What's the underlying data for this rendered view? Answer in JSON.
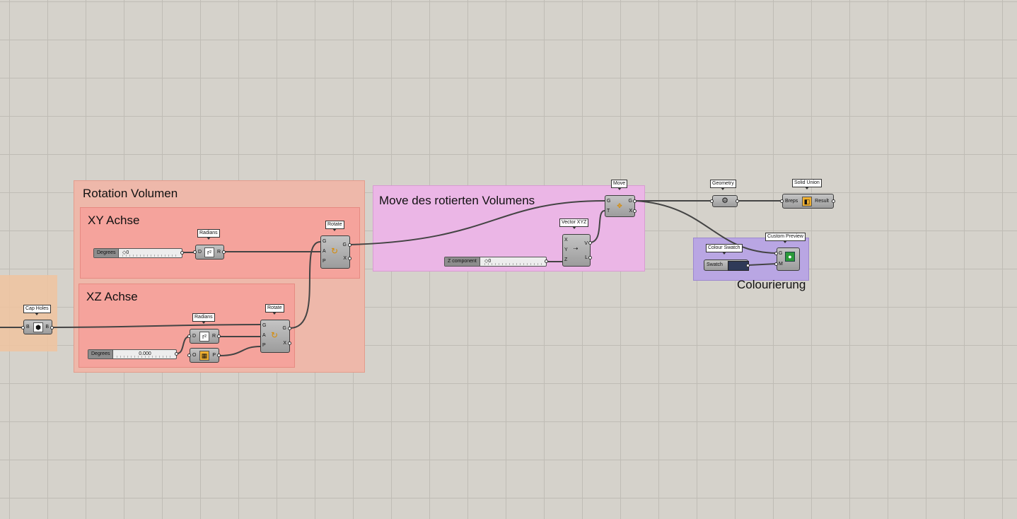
{
  "groups": {
    "cap": {
      "color": "#f0c4a0"
    },
    "rotation": {
      "title": "Rotation Volumen",
      "color": "#eeb8aa"
    },
    "xy": {
      "title": "XY Achse",
      "color": "#f5a39c"
    },
    "xz": {
      "title": "XZ Achse",
      "color": "#f5a39c"
    },
    "move": {
      "title": "Move des rotierten Volumens",
      "color": "#ebb6e6"
    },
    "colour": {
      "title": "Colourierung",
      "color": "#b9a6e3"
    }
  },
  "components": {
    "cap_holes": {
      "tag": "Cap Holes",
      "in": "B",
      "out": "B"
    },
    "radians_xy": {
      "tag": "Radians",
      "in": "D",
      "out": "R"
    },
    "rotate_xy": {
      "tag": "Rotate",
      "inputs": [
        "G",
        "A",
        "P"
      ],
      "outputs": [
        "G",
        "X"
      ]
    },
    "radians_xz": {
      "tag": "Radians",
      "in": "D",
      "out": "R"
    },
    "xz_plane": {
      "in": "O",
      "out": "P"
    },
    "rotate_xz": {
      "tag": "Rotate",
      "inputs": [
        "G",
        "A",
        "P"
      ],
      "outputs": [
        "G",
        "X"
      ]
    },
    "vector_xyz": {
      "tag": "Vector XYZ",
      "inputs": [
        "X",
        "Y",
        "Z"
      ],
      "outputs": [
        "V",
        "L"
      ]
    },
    "move": {
      "tag": "Move",
      "inputs": [
        "G",
        "T"
      ],
      "outputs": [
        "G",
        "X"
      ]
    },
    "geometry": {
      "tag": "Geometry"
    },
    "solid_union": {
      "tag": "Solid Union",
      "in": "Breps",
      "out": "Result"
    },
    "colour_swatch": {
      "tag": "Colour Swatch",
      "label": "Swatch",
      "color": "#2f3a58"
    },
    "custom_preview": {
      "tag": "Custom Preview",
      "inputs": [
        "G",
        "M"
      ]
    }
  },
  "sliders": {
    "degrees_xy": {
      "label": "Degrees",
      "value": "◇0"
    },
    "degrees_xz": {
      "label": "Degrees",
      "value": "0.000"
    },
    "z_component": {
      "label": "Z component",
      "value": "◇0"
    }
  }
}
